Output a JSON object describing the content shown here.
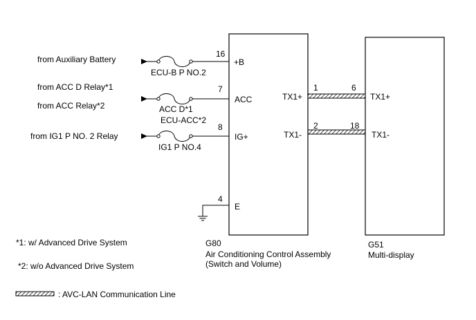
{
  "colors": {
    "line": "#000000",
    "background": "#ffffff"
  },
  "inputs": [
    {
      "source": "from Auxiliary Battery",
      "fuse": "ECU-B P NO.2",
      "pin": "16",
      "terminal": "+B"
    },
    {
      "source": "from ACC D Relay*1",
      "source2": "from ACC Relay*2",
      "fuse": "ACC D*1",
      "fuse2": "ECU-ACC*2",
      "pin": "7",
      "terminal": "ACC"
    },
    {
      "source": "from IG1 P NO. 2 Relay",
      "fuse": "IG1 P NO.4",
      "pin": "8",
      "terminal": "IG+"
    }
  ],
  "ground": {
    "pin": "4",
    "terminal": "E",
    "icon": "ground-icon"
  },
  "signals": [
    {
      "left_terminal": "TX1+",
      "left_pin": "1",
      "right_pin": "6",
      "right_terminal": "TX1+"
    },
    {
      "left_terminal": "TX1-",
      "left_pin": "2",
      "right_pin": "18",
      "right_terminal": "TX1-"
    }
  ],
  "components": [
    {
      "code": "G80",
      "name_line1": "Air Conditioning Control Assembly",
      "name_line2": "(Switch and Volume)"
    },
    {
      "code": "G51",
      "name_line1": "Multi-display"
    }
  ],
  "notes": [
    "*1: w/ Advanced Drive System",
    "*2: w/o Advanced Drive System"
  ],
  "legend": {
    "label": ": AVC-LAN Communication Line"
  }
}
